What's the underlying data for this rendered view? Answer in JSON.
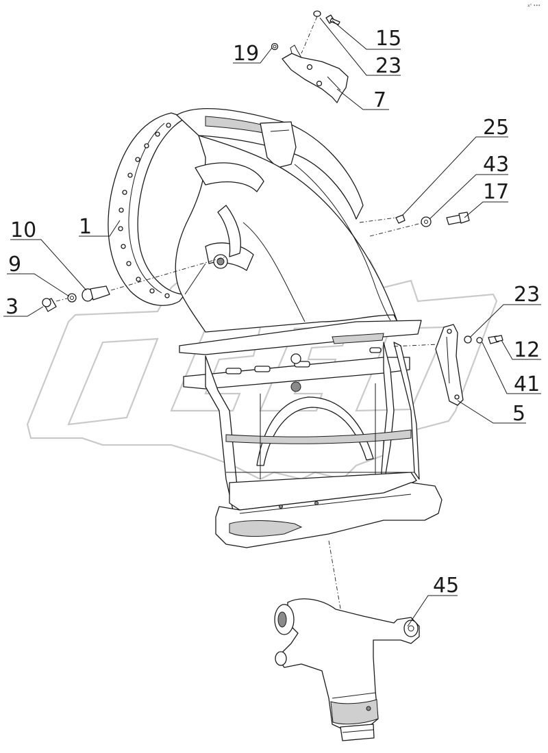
{
  "diagram": {
    "callouts": [
      {
        "id": "label-15",
        "text": "15"
      },
      {
        "id": "label-23-top",
        "text": "23"
      },
      {
        "id": "label-7",
        "text": "7"
      },
      {
        "id": "label-19",
        "text": "19"
      },
      {
        "id": "label-25",
        "text": "25"
      },
      {
        "id": "label-43",
        "text": "43"
      },
      {
        "id": "label-17",
        "text": "17"
      },
      {
        "id": "label-1",
        "text": "1"
      },
      {
        "id": "label-10",
        "text": "10"
      },
      {
        "id": "label-9",
        "text": "9"
      },
      {
        "id": "label-3",
        "text": "3"
      },
      {
        "id": "label-23-right",
        "text": "23"
      },
      {
        "id": "label-12",
        "text": "12"
      },
      {
        "id": "label-41",
        "text": "41"
      },
      {
        "id": "label-5",
        "text": "5"
      },
      {
        "id": "label-45",
        "text": "45"
      }
    ],
    "corner_mark": "x° •••"
  }
}
